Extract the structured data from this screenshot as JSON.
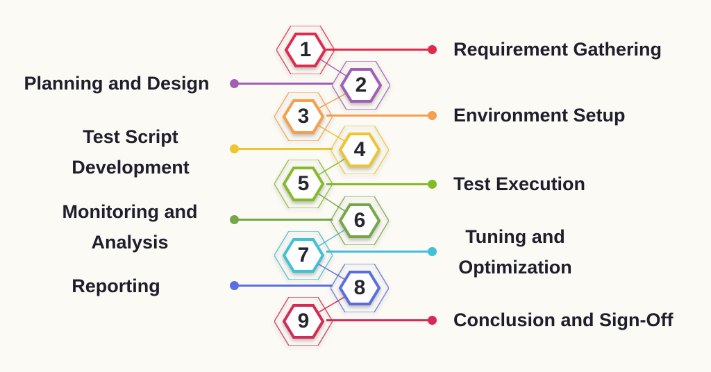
{
  "background_color": "#fcfaf4",
  "text_color": "#1e1e2d",
  "steps": [
    {
      "number": "1",
      "label": "Requirement Gathering",
      "side": "right",
      "color": "#e22a4e"
    },
    {
      "number": "2",
      "label": "Planning and Design",
      "side": "left",
      "color": "#a05fb5"
    },
    {
      "number": "3",
      "label": "Environment Setup",
      "side": "right",
      "color": "#f5a04c"
    },
    {
      "number": "4",
      "label": "Test Script Development",
      "side": "left",
      "color": "#eec52f"
    },
    {
      "number": "5",
      "label": "Test Execution",
      "side": "right",
      "color": "#85bb2a"
    },
    {
      "number": "6",
      "label": "Monitoring and Analysis",
      "side": "left",
      "color": "#74a845"
    },
    {
      "number": "7",
      "label": "Tuning and Optimization",
      "side": "right",
      "color": "#3fc1d8"
    },
    {
      "number": "8",
      "label": "Reporting",
      "side": "left",
      "color": "#5b6ee1"
    },
    {
      "number": "9",
      "label": "Conclusion and Sign-Off",
      "side": "right",
      "color": "#d42a55"
    }
  ]
}
